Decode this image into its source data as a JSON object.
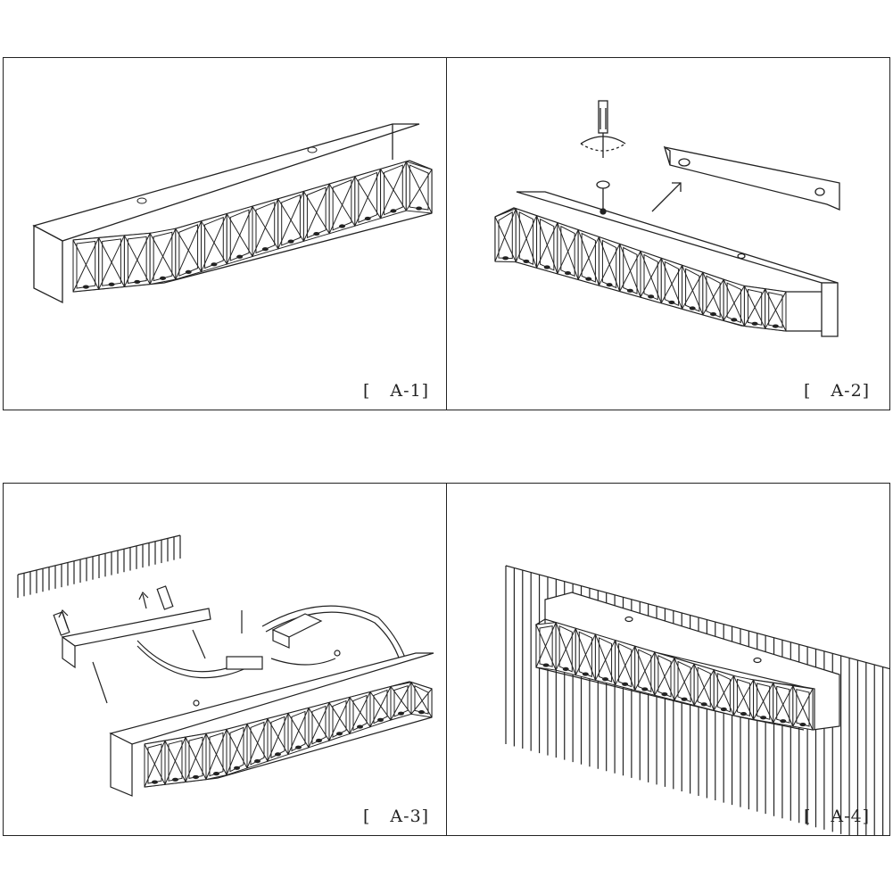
{
  "panels": [
    {
      "id": "A-1",
      "label": "A-1"
    },
    {
      "id": "A-2",
      "label": "A-2"
    },
    {
      "id": "A-3",
      "label": "A-3"
    },
    {
      "id": "A-4",
      "label": "A-4"
    }
  ],
  "colors": {
    "line": "#222222",
    "background": "#ffffff"
  }
}
